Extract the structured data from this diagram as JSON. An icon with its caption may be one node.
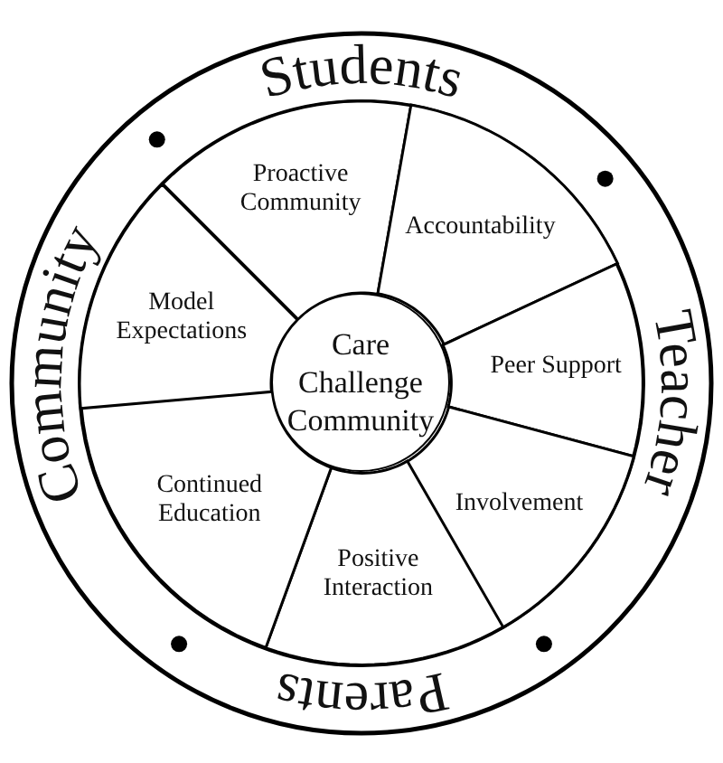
{
  "diagram": {
    "nodes": [
      {
        "text": [
          "Students",
          "Teacher",
          "Parents",
          "Community"
        ]
      },
      {
        "text": [
          "Proactive Community"
        ],
        "in": 0
      },
      {
        "text": [
          "Accountability"
        ],
        "in": 0
      },
      {
        "text": [
          "Peer Support"
        ],
        "in": 0
      },
      {
        "text": [
          "Involvement"
        ],
        "in": 0
      },
      {
        "text": [
          "Positive Interaction"
        ],
        "in": 0
      },
      {
        "text": [
          "Continued Education"
        ],
        "in": 0
      },
      {
        "text": [
          "Model Expectations"
        ],
        "in": 0
      },
      {
        "text": [
          "Care Challenge Community"
        ],
        "in": 0
      }
    ]
  }
}
